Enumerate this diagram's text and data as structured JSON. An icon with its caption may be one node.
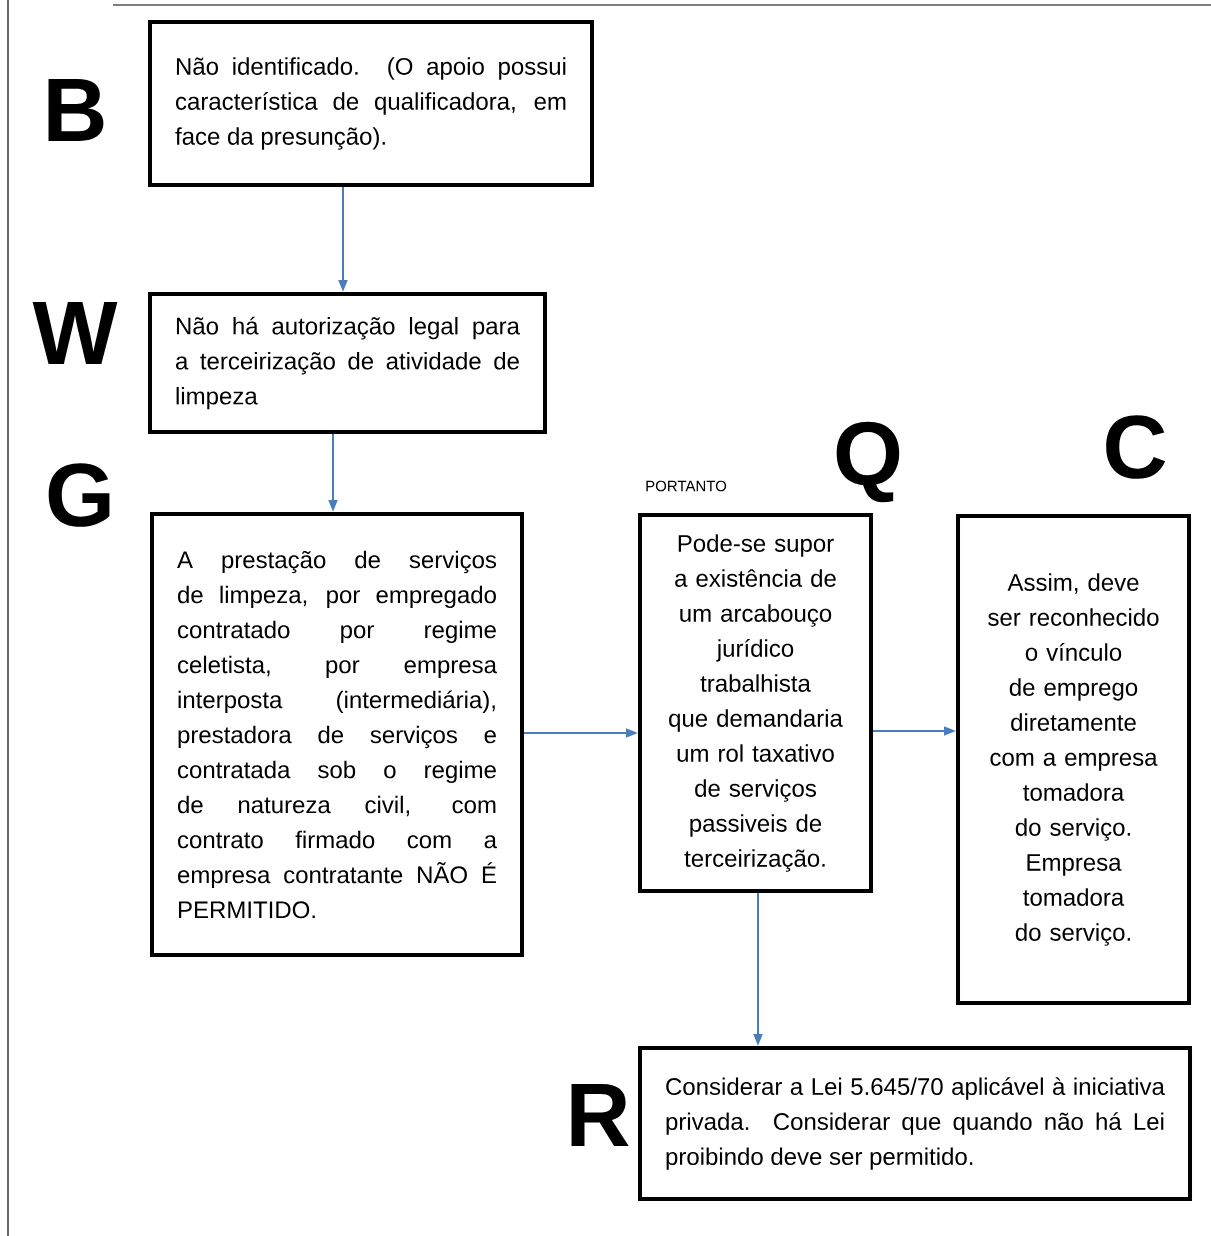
{
  "diagram": {
    "nodes": [
      {
        "text": [
          "Não identificado. (O apoio possui característica de qualificadora, em face da presunção)."
        ],
        "beside": [
          "B"
        ]
      },
      {
        "text": [
          "Não há autorização legal para a terceirização de atividade de limpeza"
        ],
        "beside": [
          "W"
        ]
      },
      {
        "text": [
          "A prestação de serviços de limpeza, por empregado contratado por regime celetista, por empresa interposta (intermediária), prestadora de serviços e contratada sob o regime de natureza civil, com contrato firmado com a empresa contratante NÃO É PERMITIDO."
        ],
        "beside": [
          "G"
        ]
      },
      {
        "text": [
          "Pode-se supor a existência de um arcabouço jurídico trabalhista que demandaria um rol taxativo de serviços passiveis de terceirização."
        ],
        "beside": [
          "Q"
        ]
      },
      {
        "text": [
          "Assim, deve ser reconhecido o vínculo de emprego diretamente com a empresa tomadora do serviço. Empresa tomadora do serviço."
        ],
        "beside": [
          "C"
        ]
      },
      {
        "text": [
          "Considerar a Lei 5.645/70 aplicável à iniciativa privada. Considerar que quando não há Lei proibindo deve ser permitido."
        ],
        "beside": [
          "R"
        ]
      }
    ],
    "edges": [
      {
        "from": 0,
        "to": 1,
        "arrow": "to"
      },
      {
        "from": 1,
        "to": 2,
        "arrow": "to"
      },
      {
        "from": 2,
        "to": 3,
        "arrow": "to"
      },
      {
        "from": 3,
        "to": 4,
        "arrow": "to"
      },
      {
        "from": 3,
        "to": 5,
        "arrow": "to"
      }
    ],
    "labels": [
      "PORTANTO"
    ]
  }
}
